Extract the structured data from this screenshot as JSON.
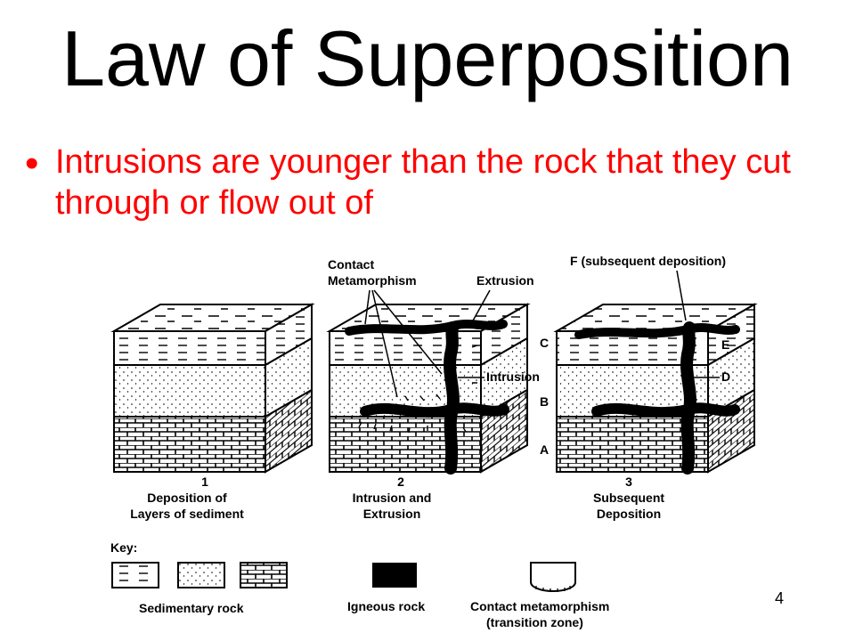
{
  "slide": {
    "title": "Law of Superposition",
    "bullet_marker": "•",
    "bullet": "Intrusions are younger than the rock that they cut through or flow out of",
    "page_number": "4"
  },
  "diagram": {
    "callouts": {
      "contact_line1": "Contact",
      "contact_line2": "Metamorphism",
      "extrusion": "Extrusion",
      "subsequent": "F (subsequent  deposition)",
      "intrusion": "Intrusion"
    },
    "letters": {
      "C": "C",
      "B": "B",
      "A": "A",
      "E": "E",
      "D": "D"
    },
    "captions": [
      {
        "num": "1",
        "line1": "Deposition of",
        "line2": "Layers of sediment"
      },
      {
        "num": "2",
        "line1": "Intrusion and",
        "line2": "Extrusion"
      },
      {
        "num": "3",
        "line1": "Subsequent",
        "line2": "Deposition"
      }
    ],
    "key": {
      "title": "Key:",
      "sedimentary": "Sedimentary rock",
      "igneous": "Igneous rock",
      "contact_line1": "Contact metamorphism",
      "contact_line2": "(transition zone)"
    }
  },
  "colors": {
    "title": "#000000",
    "bullet": "#ff0000",
    "ink": "#000000"
  }
}
